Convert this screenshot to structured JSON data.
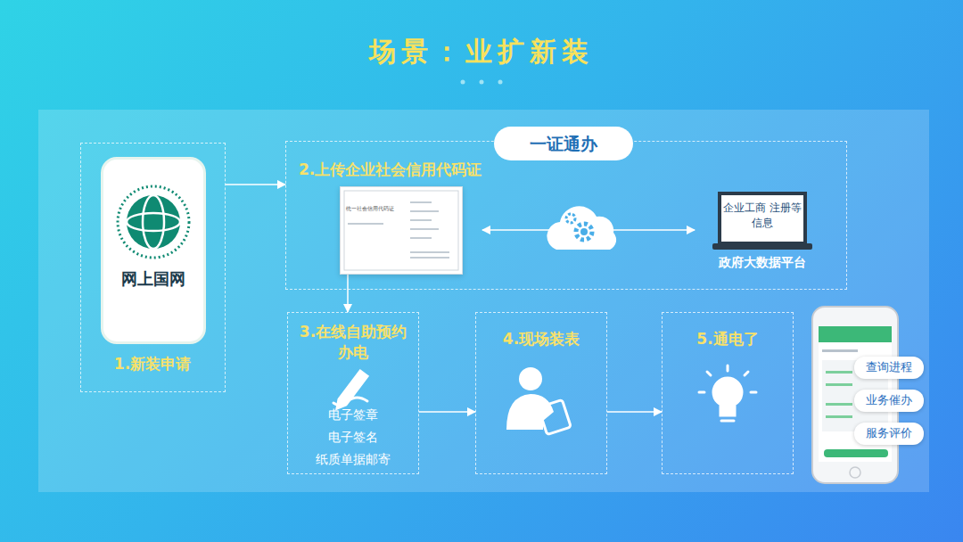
{
  "diagram": {
    "title": "场景：业扩新装",
    "nodes": [
      {
        "text": [
          "1.新装申请"
        ]
      },
      {
        "text": [
          "网上国网"
        ],
        "in": 0
      },
      {
        "text": [
          "2.上传企业社会信用代码证"
        ]
      },
      {
        "text": [
          "一证通办"
        ],
        "in": 2
      },
      {
        "text": [
          "统一社会信用代码证"
        ],
        "in": 2
      },
      {
        "text": [
          "企业工商 注册等信息",
          "政府大数据平台"
        ],
        "in": 2
      },
      {
        "text": [
          "3.在线自助预约办电",
          "电子签章",
          "电子签名",
          "纸质单据邮寄"
        ]
      },
      {
        "text": [
          "4.现场装表"
        ]
      },
      {
        "text": [
          "5.通电了"
        ]
      },
      {
        "text": [
          "查询进程"
        ]
      },
      {
        "text": [
          "业务催办"
        ]
      },
      {
        "text": [
          "服务评价"
        ]
      }
    ],
    "edges": [
      {
        "from": 0,
        "to": 2,
        "arrow": "to"
      },
      {
        "from": 4,
        "to": 5,
        "arrow": "both"
      },
      {
        "from": 4,
        "to": 6,
        "arrow": "to"
      },
      {
        "from": 6,
        "to": 7,
        "arrow": "to"
      },
      {
        "from": 7,
        "to": 8,
        "arrow": "to"
      }
    ]
  }
}
